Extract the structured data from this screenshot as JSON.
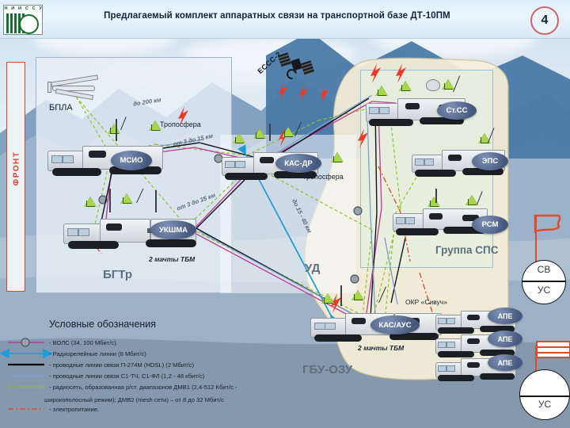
{
  "header": {
    "title": "Предлагаемый комплект аппаратных связи на транспортной базе ДТ-10ПМ",
    "slide_number": "4",
    "logo_text": "Н И И С С У"
  },
  "front_label": "ФРОНТ",
  "panels": {
    "bgtr": "БГТр",
    "ud": "УД",
    "sps": "Группа СПС",
    "gbu": "ГБУ-ОЗУ"
  },
  "nodes": {
    "msio": "МСИО",
    "ukshma": "УКШМА",
    "kas_dr": "КАС-ДР",
    "st_ss": "Ст.СС",
    "eps": "ЭПС",
    "rsm": "РСМ",
    "kas_aus": "КАС/АУС",
    "ape1": "АПЕ",
    "ape2": "АПЕ",
    "ape3": "АПЕ"
  },
  "annotations": {
    "uav": "БПЛА",
    "satellite": "ЕССС-2",
    "troposphere_left": "Тропосфера",
    "troposphere_mid": "Тропосфера",
    "masts_left": "2 мачты ТБМ",
    "masts_bottom": "2 мачты ТБМ",
    "okr": "ОКР «Сивуч»",
    "dist_200": "до 200 км",
    "dist_3_15_a": "от 3 до 15 км",
    "dist_3_15_b": "от 3 до 15 км",
    "dist_15_40": "до 15 - 40 км"
  },
  "symbols": {
    "sv": "СВ",
    "us_top": "УС",
    "us_bottom": "УС"
  },
  "legend": {
    "title": "Условные обозначения",
    "items": [
      {
        "text": "- ВОЛС (34, 100 Мбит/с).",
        "style": "volc",
        "color": "#c0399a"
      },
      {
        "text": "- Радиорелейные линии (8 Мбит/с)",
        "style": "arrow",
        "color": "#1f9bd8"
      },
      {
        "text": "- проводные линии связи П-274М (HDSL) (2 Мбит/с)",
        "style": "solid-black",
        "color": "#000000"
      },
      {
        "text": "- проводные линии связи С1-ТЧ, С1-ФЛ (1,2 - 48 кбит/с)",
        "style": "solid-blue",
        "color": "#7e9ec8"
      },
      {
        "text": "- радиосеть, образованная р/ст. диапазонов ДМВ1 (2,4-512 Кбит/с -",
        "style": "dashed-green",
        "color": "#8fc31f"
      },
      {
        "text": "широкополосный режим); ДМВ2 (mesh сети) – от 8 до 32 Мбит/с",
        "style": "none",
        "color": "#8fc31f"
      },
      {
        "text": "- электропитание.",
        "style": "dashdot-red",
        "color": "#e0492c"
      }
    ]
  },
  "colors": {
    "volc": "#c0399a",
    "radio_relay": "#1f9bd8",
    "wire_black": "#000000",
    "wire_blue": "#7e9ec8",
    "radio_green": "#8fc31f",
    "power_red": "#e0492c",
    "label_bg": "#46587e",
    "accent_red": "#e0402c"
  }
}
